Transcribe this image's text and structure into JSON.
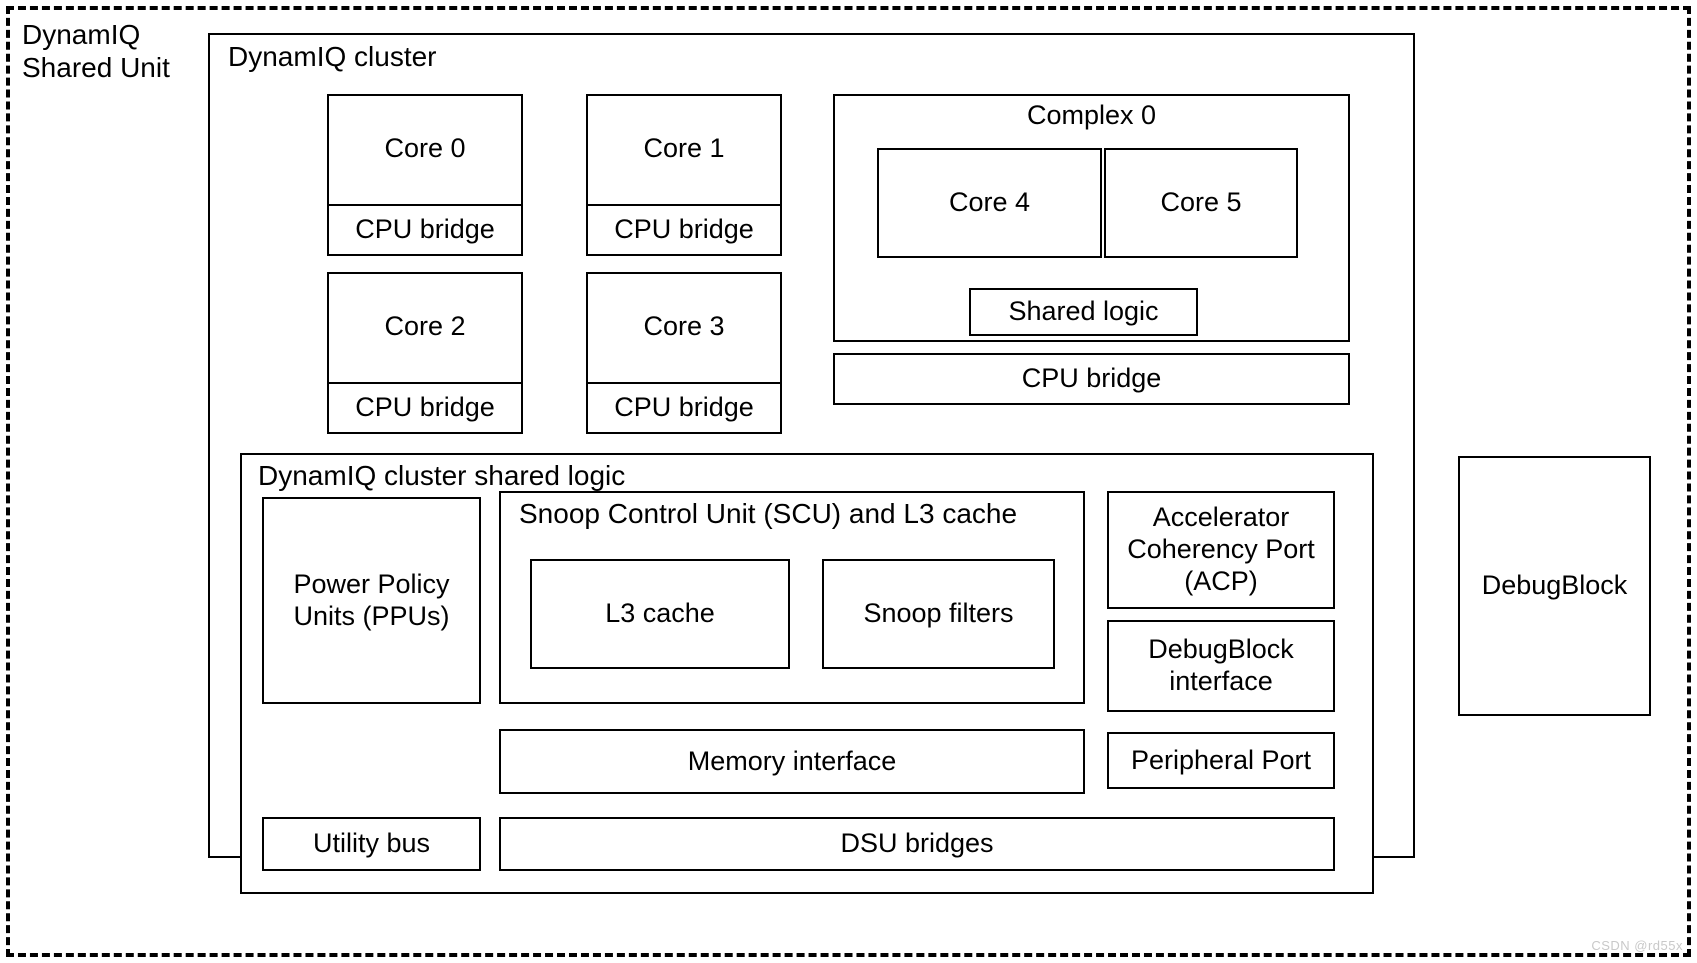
{
  "diagram": {
    "outer_title": "DynamIQ\nShared Unit",
    "cluster_title": "DynamIQ cluster",
    "shared_logic_title": "DynamIQ cluster shared logic",
    "complex_title": "Complex 0",
    "scu_title": "Snoop Control Unit (SCU) and L3 cache",
    "cpu_bridge_label": "CPU bridge",
    "watermark": "CSDN @rd55x",
    "line_color": "#000000",
    "background_color": "#ffffff"
  },
  "cores": [
    {
      "name": "Core 0",
      "bridge": "CPU bridge"
    },
    {
      "name": "Core 1",
      "bridge": "CPU bridge"
    },
    {
      "name": "Core 2",
      "bridge": "CPU bridge"
    },
    {
      "name": "Core 3",
      "bridge": "CPU bridge"
    }
  ],
  "complex": {
    "title": "Complex 0",
    "cores": [
      {
        "name": "Core 4"
      },
      {
        "name": "Core 5"
      }
    ],
    "shared_logic": "Shared logic",
    "bridge": "CPU bridge"
  },
  "shared_logic": {
    "title": "DynamIQ cluster shared logic",
    "ppu": "Power Policy\nUnits (PPUs)",
    "scu": {
      "title": "Snoop Control Unit (SCU) and L3 cache",
      "blocks": [
        {
          "name": "L3 cache"
        },
        {
          "name": "Snoop filters"
        }
      ]
    },
    "right_column": [
      {
        "name": "Accelerator\nCoherency Port\n(ACP)"
      },
      {
        "name": "DebugBlock\ninterface"
      },
      {
        "name": "Peripheral Port"
      }
    ],
    "memory_interface": "Memory interface",
    "utility_bus": "Utility bus",
    "dsu_bridges": "DSU bridges"
  },
  "debug_block": {
    "name": "DebugBlock"
  }
}
